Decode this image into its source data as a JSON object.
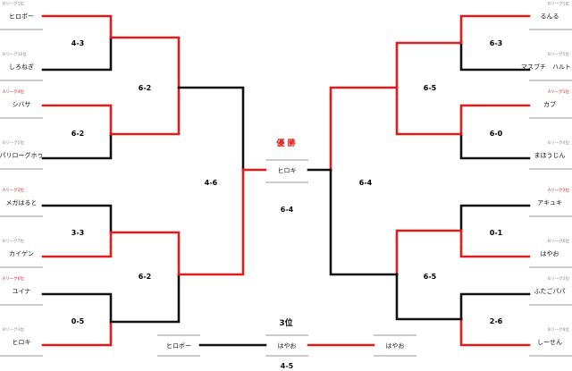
{
  "colors": {
    "win": "#e21b1b",
    "lose": "#111111",
    "divider": "#777777",
    "sub": "#e21b1b",
    "sub_gray": "#888888"
  },
  "left_entries": [
    {
      "sub": "Bリーグ1位",
      "name": "ヒロボー"
    },
    {
      "sub": "Bリーグ10位",
      "name": "しろねぎ"
    },
    {
      "sub": "Aリーグ4位",
      "name": "シバサ"
    },
    {
      "sub": "Bリーグ5位",
      "name": "パリローグホゥ"
    },
    {
      "sub": "Aリーグ2位",
      "name": "メガはると"
    },
    {
      "sub": "Bリーグ7位",
      "name": "カイゲン"
    },
    {
      "sub": "Aリーグ6位",
      "name": "ユイナ"
    },
    {
      "sub": "Bリーグ3位",
      "name": "ヒロキ"
    }
  ],
  "right_entries": [
    {
      "sub": "Bリーグ1位",
      "name": "るんる"
    },
    {
      "sub": "Bリーグ5位",
      "name": "マスブチ　ハルト"
    },
    {
      "sub": "Aリーグ1位",
      "name": "カブ"
    },
    {
      "sub": "Bリーグ4位",
      "name": "まほうじん"
    },
    {
      "sub": "Aリーグ3位",
      "name": "アキュキ"
    },
    {
      "sub": "Bリーグ6位",
      "name": "はやお"
    },
    {
      "sub": "Bリーグ2位",
      "name": "ふたごパパ"
    },
    {
      "sub": "Bリーグ8位",
      "name": "しーせん"
    }
  ],
  "scores": {
    "l_r1": [
      "4-3",
      "6-2",
      "3-3",
      "0-5"
    ],
    "l_r2": [
      "6-2",
      "6-2"
    ],
    "l_semi": "4-6",
    "r_r1": [
      "6-3",
      "6-0",
      "0-1",
      "2-6"
    ],
    "r_r2": [
      "6-5",
      "6-5"
    ],
    "r_semi": "6-4",
    "final": "6-4",
    "third": "4-5"
  },
  "champion": {
    "title": "優 勝",
    "name": "ヒロキ"
  },
  "third_place": {
    "title": "3位",
    "left": "ヒロボー",
    "center": "はやお",
    "right": "はやお"
  }
}
